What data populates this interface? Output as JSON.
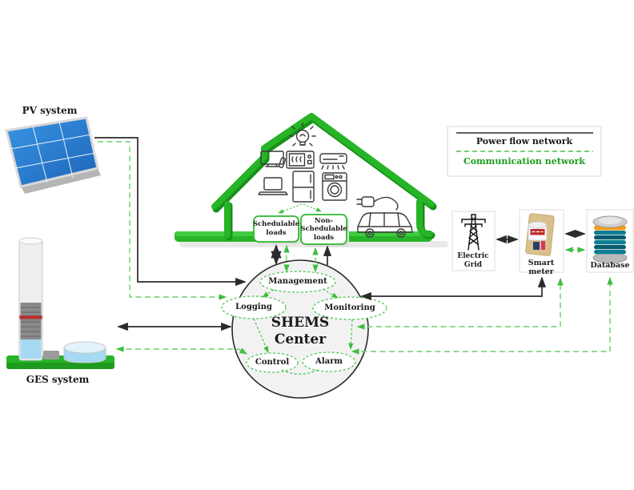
{
  "diagram": {
    "pv": {
      "label": "PV system"
    },
    "ges": {
      "label": "GES system"
    },
    "house": {
      "loads": {
        "schedulable": "Schedulable loads",
        "non_schedulable": "Non-Schedulable loads"
      }
    },
    "shems": {
      "title": "SHEMS Center",
      "modules": {
        "management": "Management",
        "logging": "Logging",
        "monitoring": "Monitoring",
        "control": "Control",
        "alarm": "Alarm"
      }
    },
    "grid": {
      "label": "Electric Grid"
    },
    "smart_meter": {
      "label": "Smart meter"
    },
    "database": {
      "label": "Database"
    },
    "legend": {
      "power": "Power flow network",
      "communication": "Communication network"
    },
    "colors": {
      "power_line": "#2b2b2b",
      "communication_line": "#6fce6f",
      "house_green": "#27b427",
      "house_green_dark": "#179017",
      "legend_comm_text": "#1a9e1a",
      "panel_blue": "#2a7fd4",
      "circle_fill": "#f2f2f2"
    }
  }
}
